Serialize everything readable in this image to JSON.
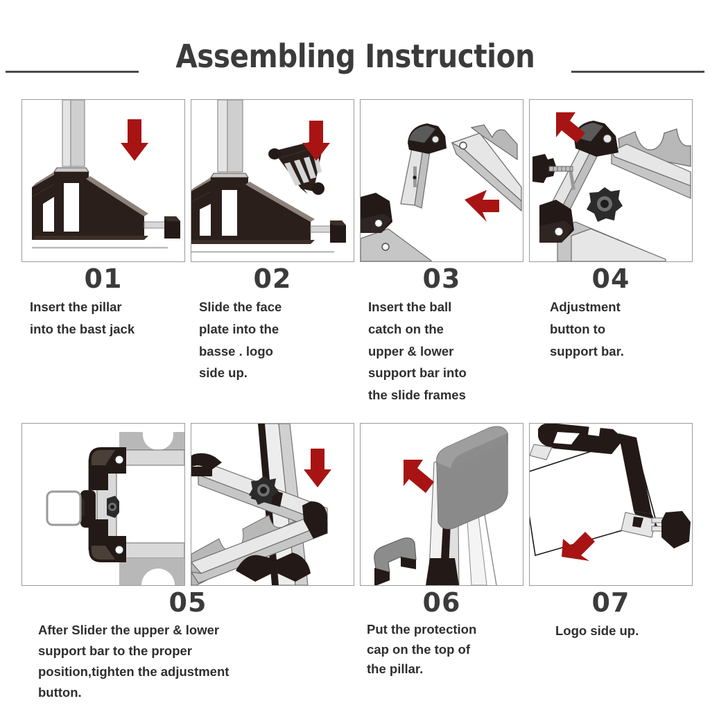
{
  "header": {
    "title": "Assembling Instruction"
  },
  "palette": {
    "arrow_red": "#A81414",
    "arrow_red_dark": "#8E1010",
    "part_dark": "#2B1F1C",
    "part_black": "#231A17",
    "metal_light": "#E2E2E2",
    "metal_mid": "#BFBFBF",
    "metal_shadow": "#9A9A9A",
    "cap_grey": "#8C8C8C",
    "panel_border": "#9A9A9A",
    "text": "#2F2F2F",
    "title_text": "#3B3B3B"
  },
  "steps": [
    {
      "number": "01",
      "text": "Insert the pillar\ninto the bast jack",
      "arrow": "down-arrow-icon",
      "illustration": "base-jack-with-pillar"
    },
    {
      "number": "02",
      "text": "Slide the face\nplate into the\nbasse . logo\nside up.",
      "arrow": "down-arrow-icon",
      "illustration": "face-plate-into-base"
    },
    {
      "number": "03",
      "text": "Insert the ball\ncatch on the\nupper & lower\nsupport bar into\nthe slide frames",
      "arrow": "left-arrow-icon",
      "illustration": "ball-catch-support-bar"
    },
    {
      "number": "04",
      "text": "Adjustment\nbutton to\nsupport bar.",
      "arrow": "diagonal-down-right-arrow-icon",
      "illustration": "adjustment-button-knob"
    },
    {
      "number": "05",
      "text": "After Slider the upper & lower\nsupport bar to the proper\nposition,tighten the adjustment\nbutton.",
      "arrow": "down-arrow-icon",
      "illustration": "slider-clamp-front-view"
    },
    {
      "number": "06",
      "text": "Put the protection\ncap on the top of\nthe pillar.",
      "arrow": "diagonal-down-right-arrow-icon",
      "illustration": "protection-cap-on-pillar"
    },
    {
      "number": "07",
      "text": "Logo side up.",
      "arrow": "diagonal-up-left-arrow-icon",
      "illustration": "assembled-frame-logo-side"
    }
  ]
}
